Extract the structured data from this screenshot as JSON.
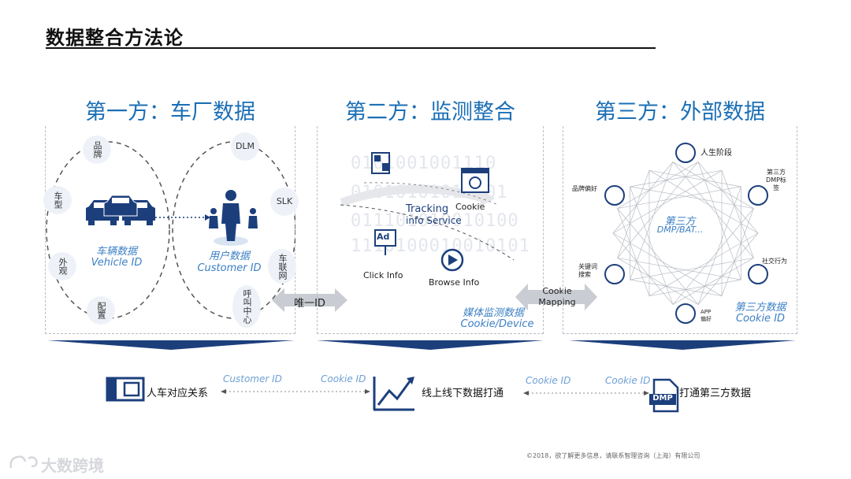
{
  "title": "数据整合方法论",
  "panels": [
    {
      "heading": "第一方：车厂数据",
      "bubbles": [
        "品牌",
        "车型",
        "外观",
        "配置",
        "DLM",
        "SLK",
        "车联网",
        "呼叫中心"
      ],
      "vehicle_label": "车辆数据",
      "vehicle_sub": "Vehicle ID",
      "user_label": "用户数据",
      "user_sub": "Customer ID"
    },
    {
      "heading": "第二方：监测整合",
      "binary_lines": [
        "0101001001110",
        "01010101010101",
        "011101010010100",
        "1110100010010101"
      ],
      "tracking": "Tracking",
      "info_service": "info Service",
      "cookie": "Cookie",
      "click_info": "Click Info",
      "browse_info": "Browse Info",
      "ad_badge": "Ad",
      "media_label": "媒体监测数据",
      "media_sub": "Cookie/Device"
    },
    {
      "heading": "第三方：外部数据",
      "center_label": "第三方",
      "center_sub": "DMP/BAT...",
      "nodes": [
        "人生阶段",
        "第三方DMP标签",
        "社交行为",
        "APP偏好",
        "关键词搜索",
        "品牌偏好"
      ],
      "dmp_small": "DMP",
      "label": "第三方数据",
      "sub": "Cookie ID"
    }
  ],
  "connectors": {
    "weiyi_id": "唯一ID",
    "cookie_mapping": "Cookie Mapping"
  },
  "bottom": {
    "item1": "人车对应关系",
    "item2": "线上线下数据打通",
    "item3": "打通第三方数据",
    "dmp_icon_text": "DMP",
    "link1_left": "Customer ID",
    "link1_right": "Cookie ID",
    "link2_left": "Cookie ID",
    "link2_right": "Cookie ID"
  },
  "footer": "©2018，欲了解更多信息，请联系智理咨询（上海）有限公司",
  "logo": "大数跨境",
  "colors": {
    "accent": "#1b6fb5",
    "navy": "#1c3f7c",
    "light_blue": "#3b7fc4"
  }
}
